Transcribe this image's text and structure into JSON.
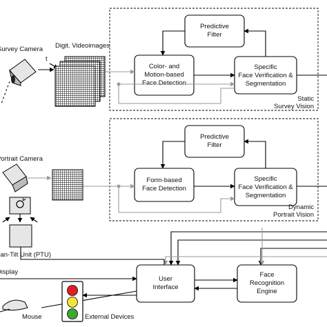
{
  "survey_camera": {
    "label": "Survey Camera"
  },
  "digit_videoimages": {
    "label": "Digit. Videoimages",
    "t_label": "t"
  },
  "static_panel": {
    "predictive_filter": [
      "Predictive",
      "Filter"
    ],
    "color_motion": [
      "Color- and",
      "Motion-based",
      "Face Detection"
    ],
    "verification": [
      "Specific",
      "Face Verification &",
      "Segmentation"
    ],
    "caption": [
      "Static",
      "Survey Vision"
    ]
  },
  "portrait_camera": {
    "label": "Portrait Camera"
  },
  "dynamic_panel": {
    "predictive_filter": [
      "Predictive",
      "Filter"
    ],
    "form_based": [
      "Form-based",
      "Face Detection"
    ],
    "verification": [
      "Specific",
      "Face Verification &",
      "Segmentation"
    ],
    "caption": [
      "Dynamic",
      "Portrait Vision"
    ]
  },
  "ptu": {
    "label": "Pan-Tilt Unit (PTU)"
  },
  "display": {
    "label": "Display"
  },
  "user_interface": [
    "User",
    "Interface"
  ],
  "face_recognition": [
    "Face",
    "Recognition",
    "Engine"
  ],
  "mouse": {
    "label": "Mouse"
  },
  "external_devices": {
    "label": "External Devices"
  },
  "colors": {
    "red": "#e02020",
    "yellow": "#f2e43a",
    "green": "#3aa832",
    "gray_arrow": "#9a9a9a"
  }
}
